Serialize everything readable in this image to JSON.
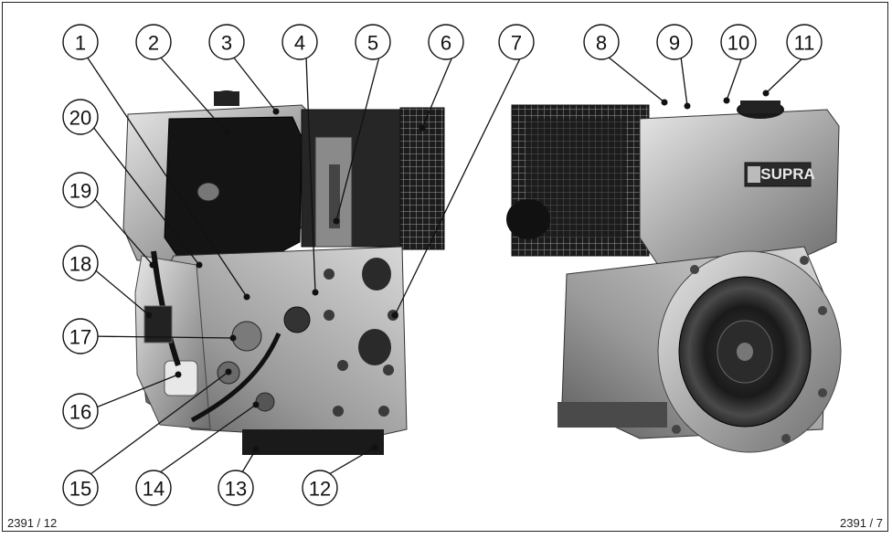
{
  "figures": [
    {
      "label": "2391 / 12"
    },
    {
      "label": "2391 / 7"
    }
  ],
  "brand_badge": "SUPRA",
  "callouts": [
    {
      "n": "1"
    },
    {
      "n": "2"
    },
    {
      "n": "3"
    },
    {
      "n": "4"
    },
    {
      "n": "5"
    },
    {
      "n": "6"
    },
    {
      "n": "7"
    },
    {
      "n": "8"
    },
    {
      "n": "9"
    },
    {
      "n": "10"
    },
    {
      "n": "11"
    },
    {
      "n": "12"
    },
    {
      "n": "13"
    },
    {
      "n": "14"
    },
    {
      "n": "15"
    },
    {
      "n": "16"
    },
    {
      "n": "17"
    },
    {
      "n": "18"
    },
    {
      "n": "19"
    },
    {
      "n": "20"
    }
  ]
}
